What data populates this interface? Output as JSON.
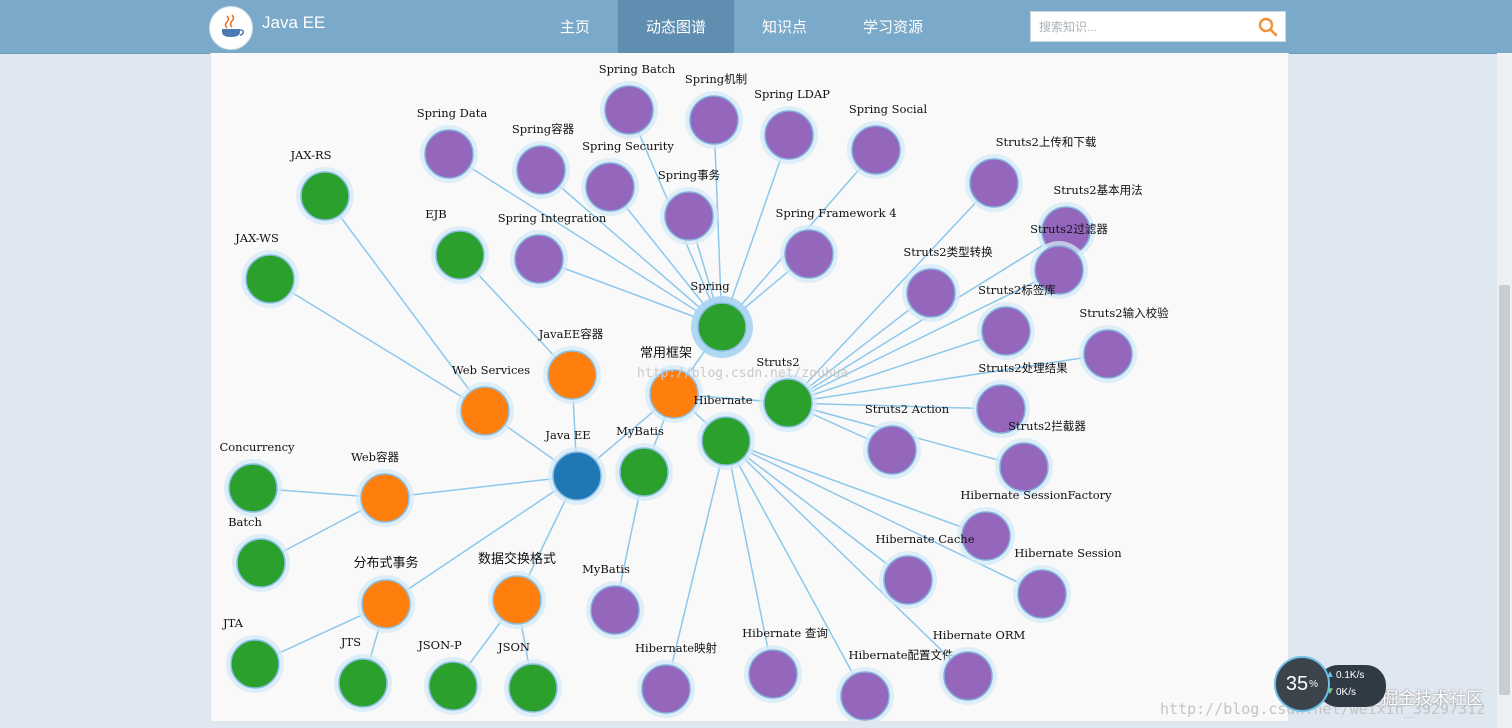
{
  "header": {
    "brand": "Java EE",
    "logo_text": "Java EE",
    "nav": [
      {
        "label": "主页",
        "active": false
      },
      {
        "label": "动态图谱",
        "active": true
      },
      {
        "label": "知识点",
        "active": false
      },
      {
        "label": "学习资源",
        "active": false
      }
    ],
    "search_placeholder": "搜索知识..."
  },
  "graph": {
    "colors": {
      "root": "#1f77b4",
      "category": "#ff7f0e",
      "topic": "#2ca02c",
      "detail": "#9467bd",
      "edge": "#8cc8ec",
      "halo": "#d4e9f7"
    },
    "nodes": [
      {
        "id": "javaee",
        "label": "Java EE",
        "group": "root"
      },
      {
        "id": "frame",
        "label": "常用框架",
        "group": "category"
      },
      {
        "id": "eecont",
        "label": "JavaEE容器",
        "group": "category"
      },
      {
        "id": "websvc",
        "label": "Web Services",
        "group": "category"
      },
      {
        "id": "webcont",
        "label": "Web容器",
        "group": "category"
      },
      {
        "id": "dist",
        "label": "分布式事务",
        "group": "category"
      },
      {
        "id": "dataex",
        "label": "数据交换格式",
        "group": "category"
      },
      {
        "id": "spring",
        "label": "Spring",
        "group": "topic"
      },
      {
        "id": "struts2",
        "label": "Struts2",
        "group": "topic"
      },
      {
        "id": "hibernate",
        "label": "Hibernate",
        "group": "topic"
      },
      {
        "id": "mybatis1",
        "label": "MyBatis",
        "group": "topic"
      },
      {
        "id": "ejb",
        "label": "EJB",
        "group": "topic"
      },
      {
        "id": "jaxrs",
        "label": "JAX-RS",
        "group": "topic"
      },
      {
        "id": "jaxws",
        "label": "JAX-WS",
        "group": "topic"
      },
      {
        "id": "concurrency",
        "label": "Concurrency",
        "group": "topic"
      },
      {
        "id": "batch",
        "label": "Batch",
        "group": "topic"
      },
      {
        "id": "jta",
        "label": "JTA",
        "group": "topic"
      },
      {
        "id": "jts",
        "label": "JTS",
        "group": "topic"
      },
      {
        "id": "jsonp",
        "label": "JSON-P",
        "group": "topic"
      },
      {
        "id": "json",
        "label": "JSON",
        "group": "topic"
      },
      {
        "id": "mybatis2",
        "label": "MyBatis",
        "group": "detail"
      },
      {
        "id": "sbatch",
        "label": "Spring Batch",
        "group": "detail"
      },
      {
        "id": "smech",
        "label": "Spring机制",
        "group": "detail"
      },
      {
        "id": "sldap",
        "label": "Spring LDAP",
        "group": "detail"
      },
      {
        "id": "ssocial",
        "label": "Spring Social",
        "group": "detail"
      },
      {
        "id": "sdata",
        "label": "Spring Data",
        "group": "detail"
      },
      {
        "id": "scont",
        "label": "Spring容器",
        "group": "detail"
      },
      {
        "id": "ssec",
        "label": "Spring Security",
        "group": "detail"
      },
      {
        "id": "stx",
        "label": "Spring事务",
        "group": "detail"
      },
      {
        "id": "sinteg",
        "label": "Spring Integration",
        "group": "detail"
      },
      {
        "id": "sfw4",
        "label": "Spring Framework 4",
        "group": "detail"
      },
      {
        "id": "st_upload",
        "label": "Struts2上传和下载",
        "group": "detail"
      },
      {
        "id": "st_basic",
        "label": "Struts2基本用法",
        "group": "detail"
      },
      {
        "id": "st_filter",
        "label": "Struts2过滤器",
        "group": "detail"
      },
      {
        "id": "st_conv",
        "label": "Struts2类型转换",
        "group": "detail"
      },
      {
        "id": "st_tag",
        "label": "Struts2标签库",
        "group": "detail"
      },
      {
        "id": "st_valid",
        "label": "Struts2输入校验",
        "group": "detail"
      },
      {
        "id": "st_result",
        "label": "Struts2处理结果",
        "group": "detail"
      },
      {
        "id": "st_action",
        "label": "Struts2 Action",
        "group": "detail"
      },
      {
        "id": "st_inter",
        "label": "Struts2拦截器",
        "group": "detail"
      },
      {
        "id": "h_sf",
        "label": "Hibernate SessionFactory",
        "group": "detail"
      },
      {
        "id": "h_cache",
        "label": "Hibernate Cache",
        "group": "detail"
      },
      {
        "id": "h_session",
        "label": "Hibernate Session",
        "group": "detail"
      },
      {
        "id": "h_map",
        "label": "Hibernate映射",
        "group": "detail"
      },
      {
        "id": "h_query",
        "label": "Hibernate 查询",
        "group": "detail"
      },
      {
        "id": "h_conf",
        "label": "Hibernate配置文件",
        "group": "detail"
      },
      {
        "id": "h_orm",
        "label": "Hibernate ORM",
        "group": "detail"
      }
    ],
    "edges": [
      [
        "javaee",
        "frame"
      ],
      [
        "javaee",
        "eecont"
      ],
      [
        "javaee",
        "websvc"
      ],
      [
        "javaee",
        "webcont"
      ],
      [
        "javaee",
        "dist"
      ],
      [
        "javaee",
        "dataex"
      ],
      [
        "frame",
        "spring"
      ],
      [
        "frame",
        "struts2"
      ],
      [
        "frame",
        "hibernate"
      ],
      [
        "frame",
        "mybatis1"
      ],
      [
        "mybatis1",
        "mybatis2"
      ],
      [
        "eecont",
        "ejb"
      ],
      [
        "websvc",
        "jaxrs"
      ],
      [
        "websvc",
        "jaxws"
      ],
      [
        "webcont",
        "concurrency"
      ],
      [
        "webcont",
        "batch"
      ],
      [
        "dist",
        "jta"
      ],
      [
        "dist",
        "jts"
      ],
      [
        "dataex",
        "jsonp"
      ],
      [
        "dataex",
        "json"
      ],
      [
        "spring",
        "sbatch"
      ],
      [
        "spring",
        "smech"
      ],
      [
        "spring",
        "sldap"
      ],
      [
        "spring",
        "ssocial"
      ],
      [
        "spring",
        "sdata"
      ],
      [
        "spring",
        "scont"
      ],
      [
        "spring",
        "ssec"
      ],
      [
        "spring",
        "stx"
      ],
      [
        "spring",
        "sinteg"
      ],
      [
        "spring",
        "sfw4"
      ],
      [
        "struts2",
        "st_upload"
      ],
      [
        "struts2",
        "st_basic"
      ],
      [
        "struts2",
        "st_filter"
      ],
      [
        "struts2",
        "st_conv"
      ],
      [
        "struts2",
        "st_tag"
      ],
      [
        "struts2",
        "st_valid"
      ],
      [
        "struts2",
        "st_result"
      ],
      [
        "struts2",
        "st_action"
      ],
      [
        "struts2",
        "st_inter"
      ],
      [
        "hibernate",
        "h_sf"
      ],
      [
        "hibernate",
        "h_cache"
      ],
      [
        "hibernate",
        "h_session"
      ],
      [
        "hibernate",
        "h_map"
      ],
      [
        "hibernate",
        "h_query"
      ],
      [
        "hibernate",
        "h_conf"
      ],
      [
        "hibernate",
        "h_orm"
      ]
    ]
  },
  "watermarks": {
    "center": "http://blog.csdn.net/zouhua",
    "bottom": "http://blog.csdn.net/weixin_39297312",
    "community": "@稀土掘金技术社区"
  },
  "speed_widget": {
    "percent": "35",
    "percent_unit": "%",
    "up": "0.1K/s",
    "down": "0K/s"
  }
}
